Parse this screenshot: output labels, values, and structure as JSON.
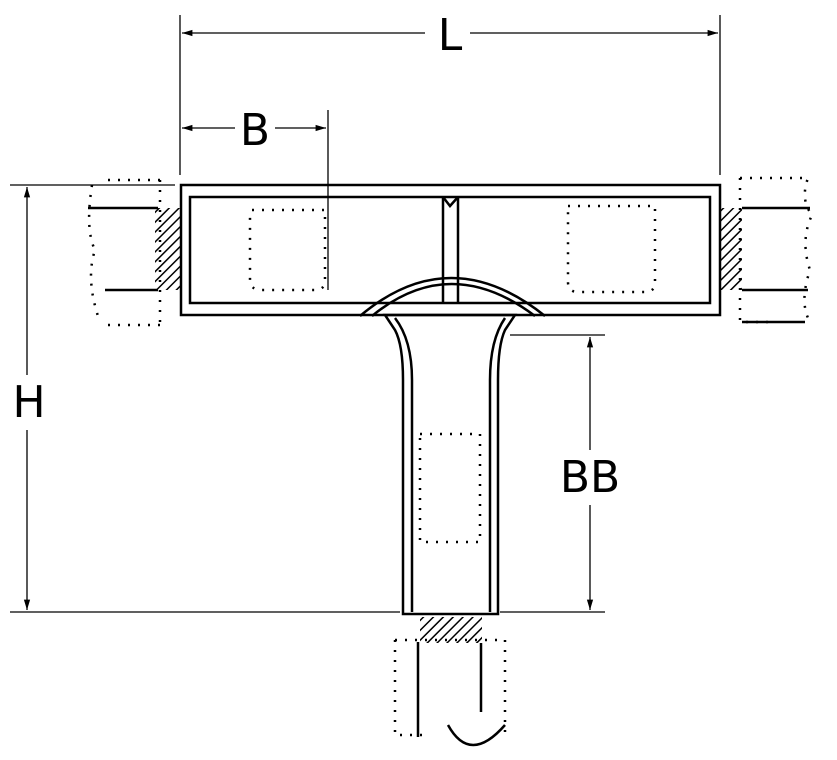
{
  "dimensions": {
    "length": "L",
    "branch_length": "B",
    "height": "H",
    "branch_height": "BB"
  }
}
